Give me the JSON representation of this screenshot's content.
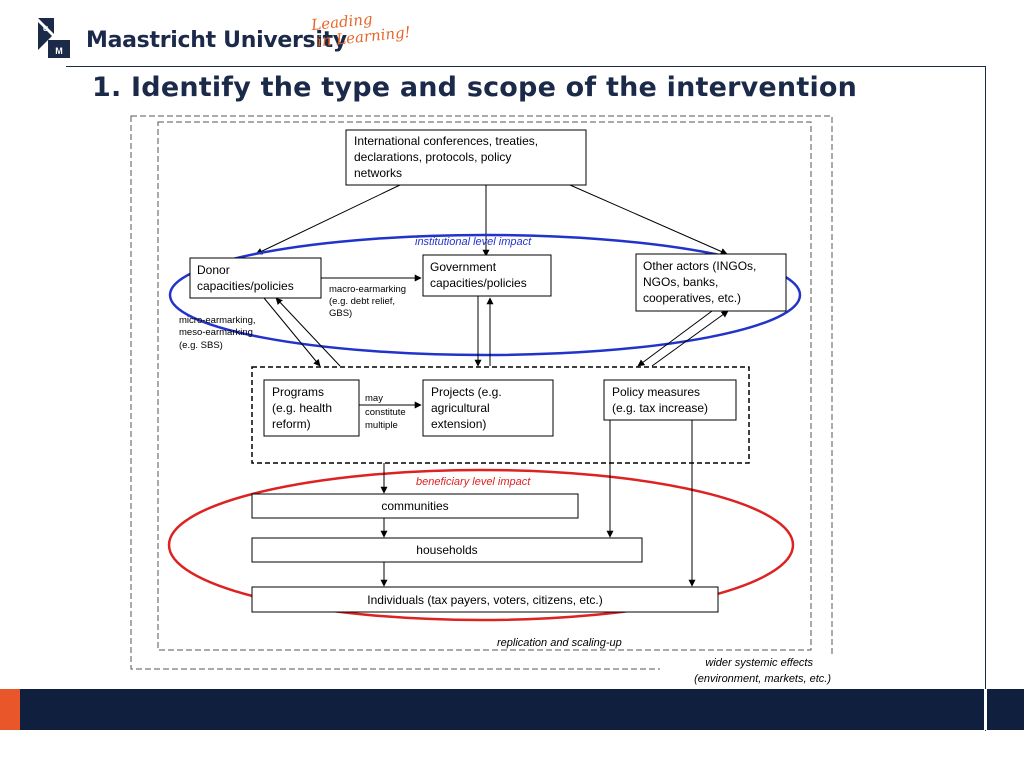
{
  "header": {
    "logo_name": "Maastricht University",
    "tagline_line1": "Leading",
    "tagline_line2": "in Learning!",
    "title": "1. Identify the type and scope of the intervention"
  },
  "diagram": {
    "international": [
      "International conferences, treaties,",
      "declarations, protocols, policy",
      "networks"
    ],
    "institutional_label": "institutional level impact",
    "donor": [
      "Donor",
      "capacities/policies"
    ],
    "government": [
      "Government",
      "capacities/policies"
    ],
    "other_actors": [
      "Other actors (INGOs,",
      "NGOs, banks,",
      "cooperatives, etc.)"
    ],
    "macro_earmarking": [
      "macro-earmarking",
      "(e.g. debt relief,",
      "GBS)"
    ],
    "micro_earmarking": [
      "micro-earmarking,",
      "meso-earmarking",
      "(e.g. SBS)"
    ],
    "programs": [
      "Programs",
      "(e.g. health",
      "reform)"
    ],
    "may_constitute": [
      "may",
      "constitute",
      "multiple"
    ],
    "projects": [
      "Projects (e.g.",
      "agricultural",
      "extension)"
    ],
    "policy_measures": [
      "Policy measures",
      "(e.g. tax increase)"
    ],
    "beneficiary_label": "beneficiary level impact",
    "communities": "communities",
    "households": "households",
    "individuals": "Individuals (tax payers, voters, citizens, etc.)",
    "replication": "replication and scaling-up",
    "wider_effects": [
      "wider systemic effects",
      "(environment, markets, etc.)"
    ]
  },
  "colors": {
    "navy": "#1c2a4a",
    "institutional": "#2233cc",
    "beneficiary": "#dd2222",
    "accent": "#e8562a"
  }
}
